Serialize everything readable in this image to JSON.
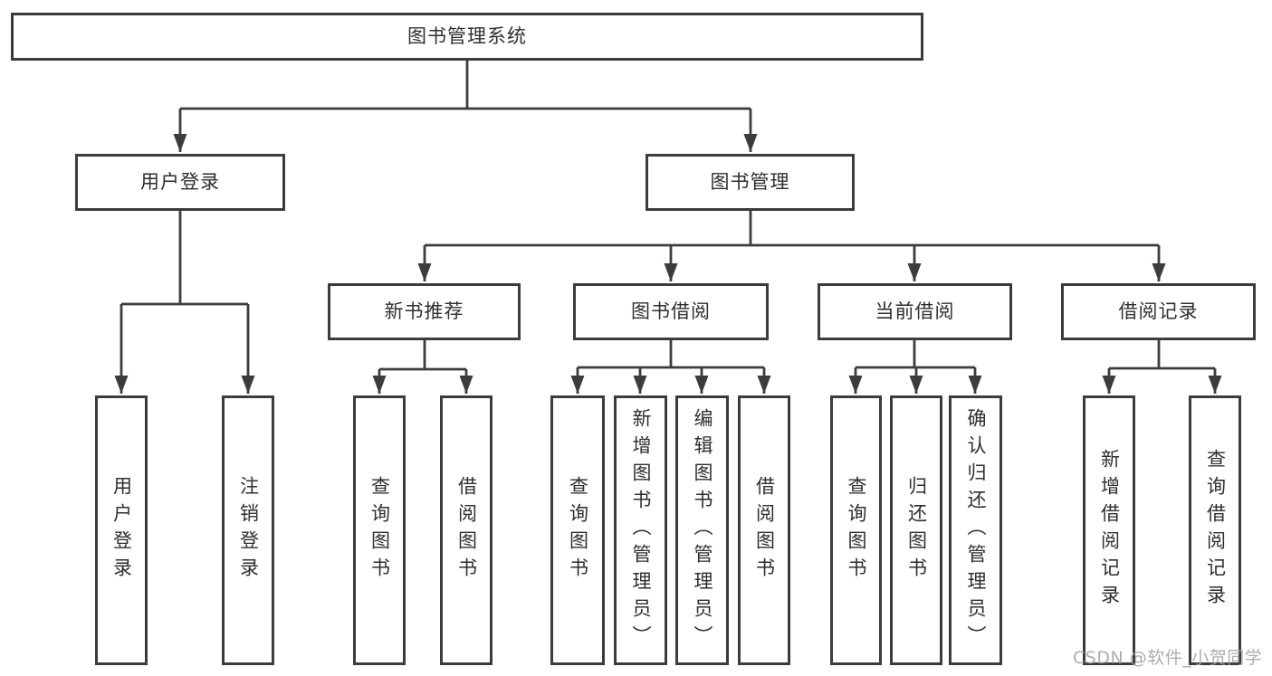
{
  "diagram": {
    "watermark": "CSDN @软件_小贺同学",
    "colors": {
      "line": "#3c3c3c",
      "text": "#2e2e2e",
      "background": "#ffffff",
      "watermark": "#a5a5a5"
    },
    "root": {
      "label": "图书管理系统"
    },
    "level2": [
      {
        "label": "用户登录"
      },
      {
        "label": "图书管理"
      }
    ],
    "level3": [
      {
        "label": "新书推荐",
        "parent": "图书管理"
      },
      {
        "label": "图书借阅",
        "parent": "图书管理"
      },
      {
        "label": "当前借阅",
        "parent": "图书管理"
      },
      {
        "label": "借阅记录",
        "parent": "图书管理"
      }
    ],
    "leaves": [
      {
        "label": "用户登录",
        "parent": "用户登录"
      },
      {
        "label": "注销登录",
        "parent": "用户登录"
      },
      {
        "label": "查询图书",
        "parent": "新书推荐"
      },
      {
        "label": "借阅图书",
        "parent": "新书推荐"
      },
      {
        "label": "查询图书",
        "parent": "图书借阅"
      },
      {
        "label": "新增图书（管理员）",
        "parent": "图书借阅"
      },
      {
        "label": "编辑图书（管理员）",
        "parent": "图书借阅"
      },
      {
        "label": "借阅图书",
        "parent": "图书借阅"
      },
      {
        "label": "查询图书",
        "parent": "当前借阅"
      },
      {
        "label": "归还图书",
        "parent": "当前借阅"
      },
      {
        "label": "确认归还（管理员）",
        "parent": "当前借阅"
      },
      {
        "label": "新增借阅记录",
        "parent": "借阅记录"
      },
      {
        "label": "查询借阅记录",
        "parent": "借阅记录"
      }
    ]
  }
}
